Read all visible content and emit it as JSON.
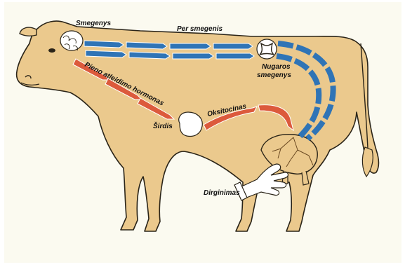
{
  "labels": {
    "brain": "Smegenys",
    "via_brain": "Per smegenis",
    "spinal_cord_line1": "Nugaros",
    "spinal_cord_line2": "smegenys",
    "hormone": "Pieno atleidimo hormonas",
    "heart": "Širdis",
    "oxytocin": "Oksitocinas",
    "stimulation": "Dirginimas"
  },
  "colors": {
    "background": "#fbfaf0",
    "cow_body": "#ebc98d",
    "outline": "#2a2418",
    "nerve_arrows": "#2f74b6",
    "hormone_arrows": "#dc5a3c",
    "hand": "#ffffff"
  },
  "icons": [
    "brain-icon",
    "spinal-cord-icon",
    "heart-icon",
    "udder-nerves-icon",
    "hand-icon"
  ]
}
